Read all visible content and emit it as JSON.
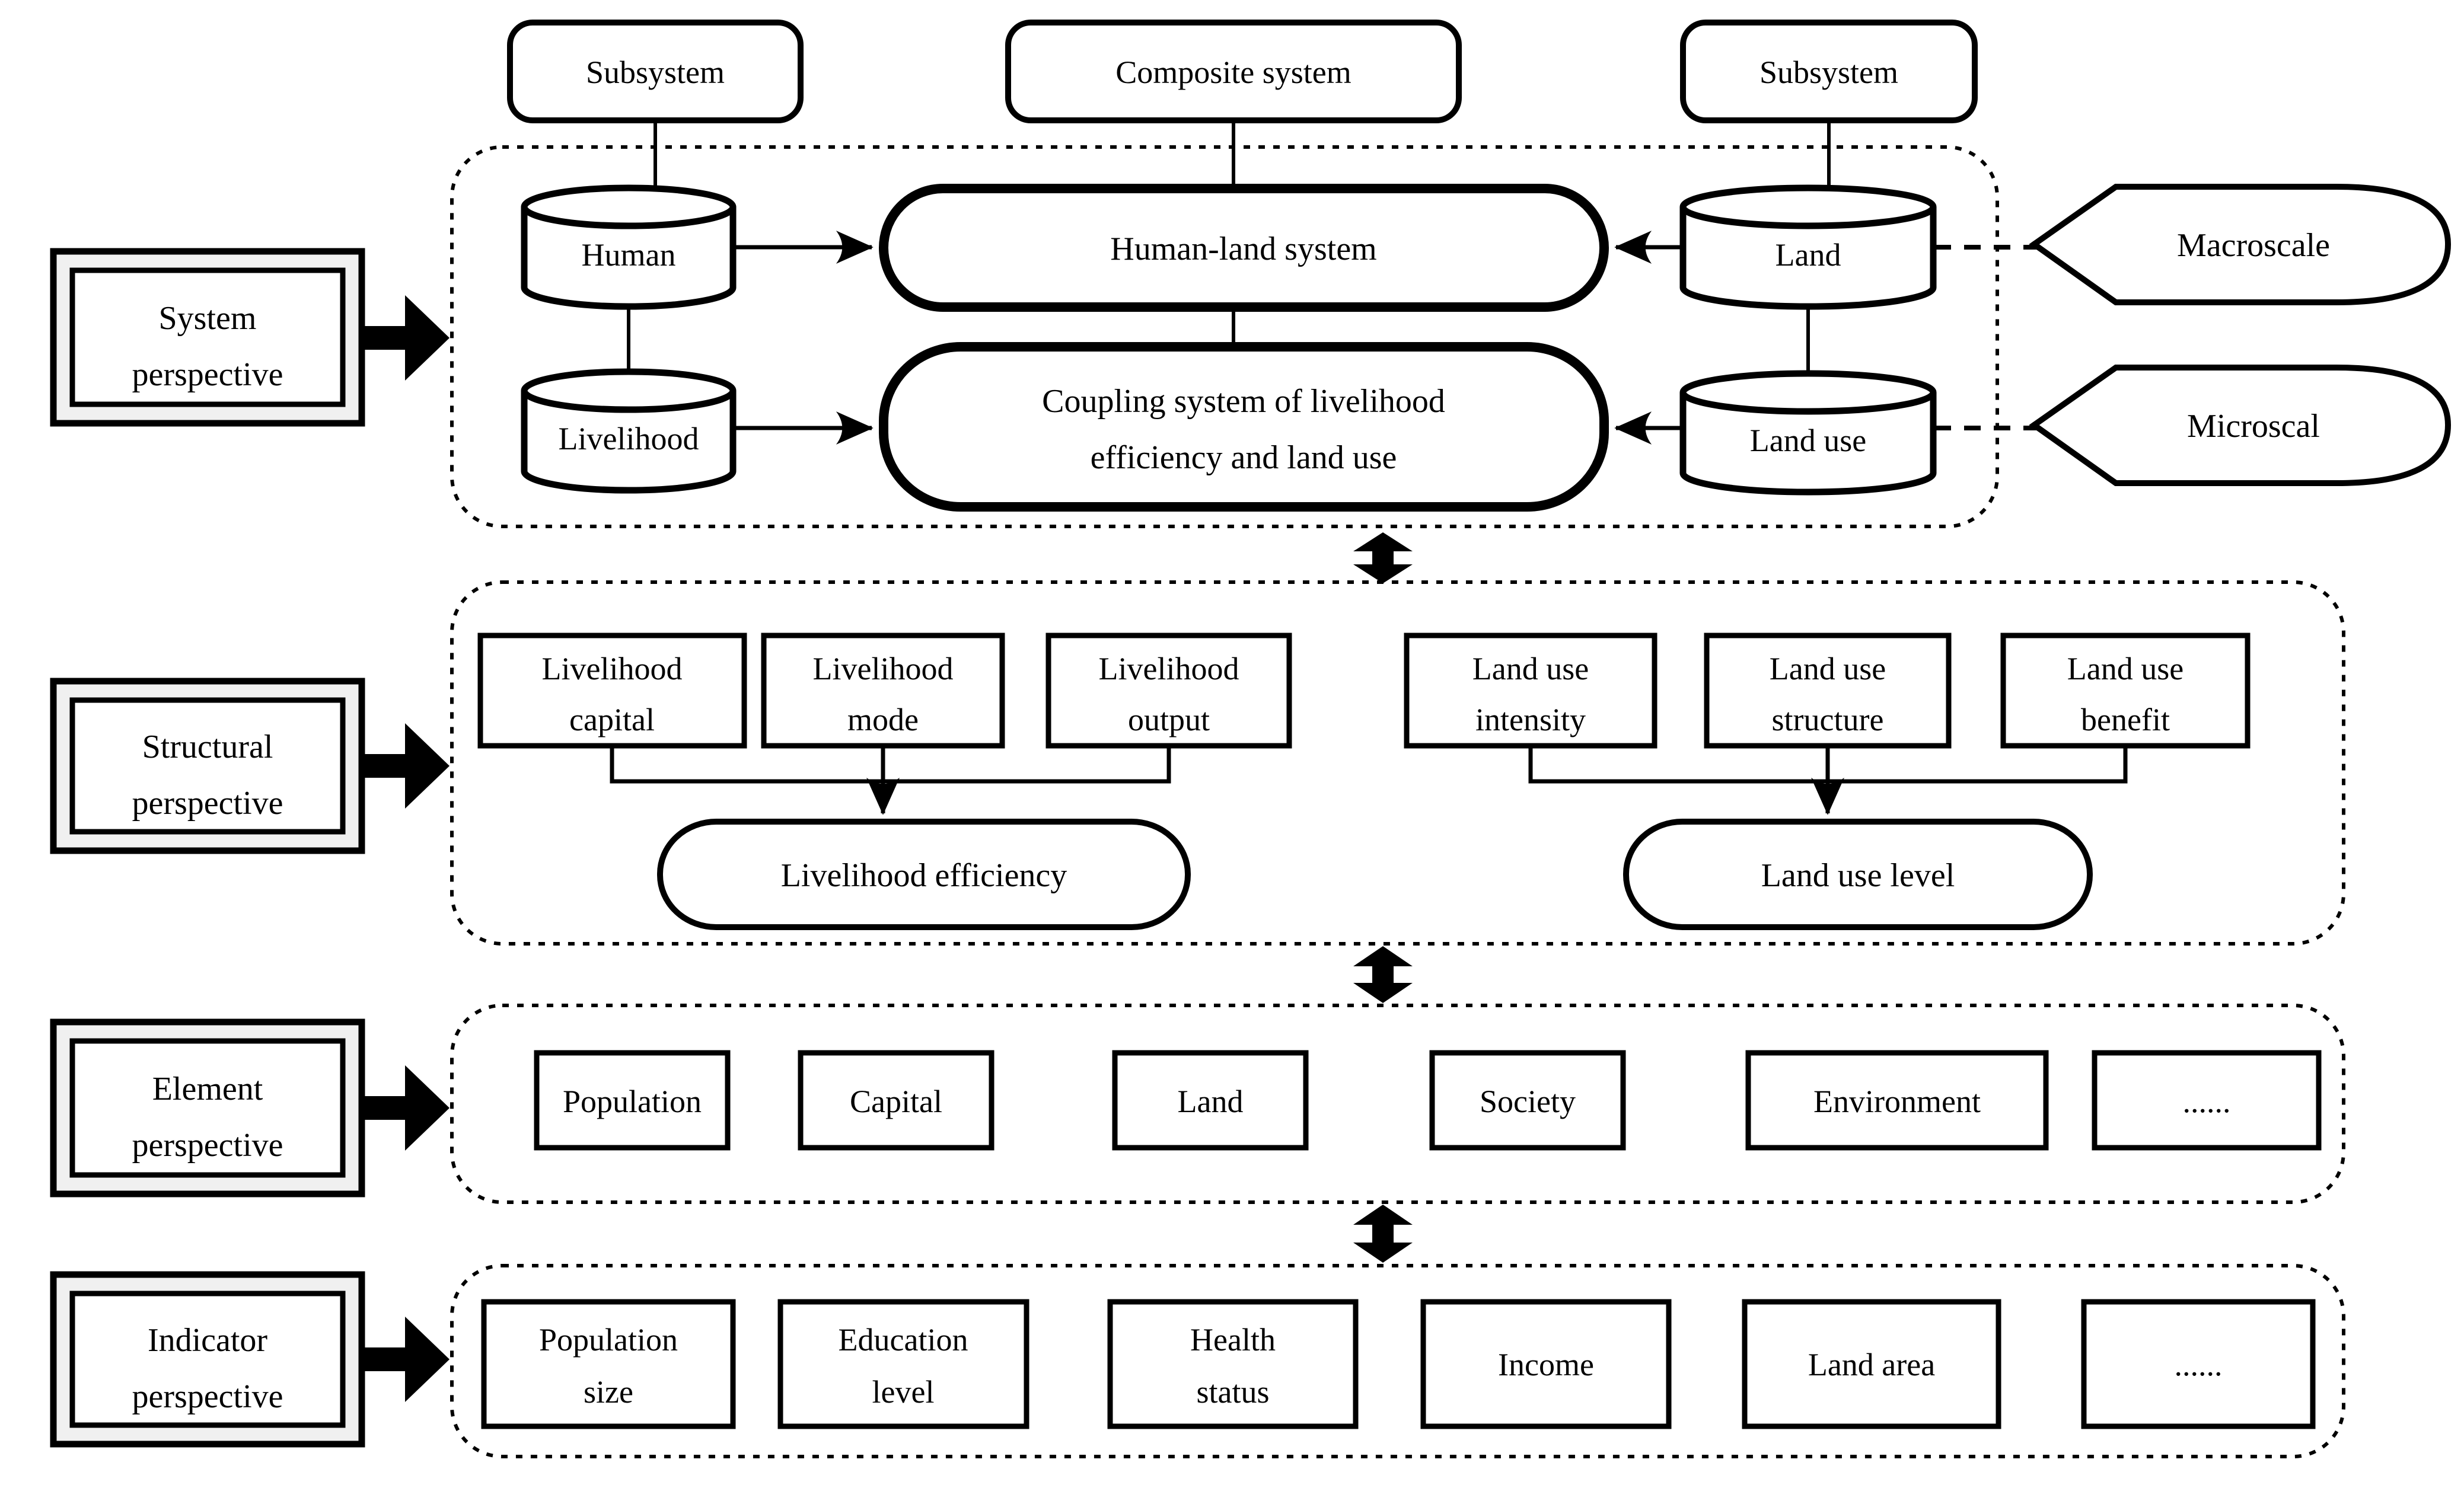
{
  "colors": {
    "ink": "#000000",
    "paper": "#ffffff",
    "panel_fill": "#f0f0f0"
  },
  "system_section": {
    "subsystem_left": "Subsystem",
    "composite_system": "Composite system",
    "subsystem_right": "Subsystem",
    "human": "Human",
    "livelihood": "Livelihood",
    "land": "Land",
    "land_use": "Land use",
    "human_land_system": "Human-land system",
    "coupling_line1": "Coupling system of livelihood",
    "coupling_line2": "efficiency and land use",
    "macroscale": "Macroscale",
    "microscale": "Microscal"
  },
  "perspective_labels": {
    "system": {
      "line1": "System",
      "line2": "perspective"
    },
    "structural": {
      "line1": "Structural",
      "line2": "perspective"
    },
    "element": {
      "line1": "Element",
      "line2": "perspective"
    },
    "indicator": {
      "line1": "Indicator",
      "line2": "perspective"
    }
  },
  "structural_section": {
    "boxes": [
      {
        "line1": "Livelihood",
        "line2": "capital"
      },
      {
        "line1": "Livelihood",
        "line2": "mode"
      },
      {
        "line1": "Livelihood",
        "line2": "output"
      },
      {
        "line1": "Land use",
        "line2": "intensity"
      },
      {
        "line1": "Land use",
        "line2": "structure"
      },
      {
        "line1": "Land use",
        "line2": "benefit"
      }
    ],
    "livelihood_efficiency": "Livelihood efficiency",
    "land_use_level": "Land use level"
  },
  "element_section": {
    "items": [
      "Population",
      "Capital",
      "Land",
      "Society",
      "Environment",
      "......"
    ]
  },
  "indicator_section": {
    "items": [
      {
        "line1": "Population",
        "line2": "size"
      },
      {
        "line1": "Education",
        "line2": "level"
      },
      {
        "line1": "Health",
        "line2": "status"
      },
      {
        "line1": "Income",
        "line2": ""
      },
      {
        "line1": "Land area",
        "line2": ""
      },
      {
        "line1": "......",
        "line2": ""
      }
    ]
  }
}
